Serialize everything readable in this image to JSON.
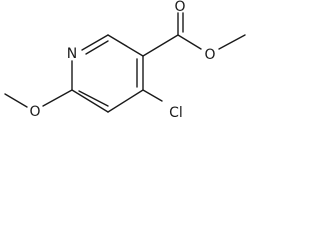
{
  "molecule": {
    "atoms": {
      "ring_nitrogen": "N",
      "ring_methoxy_oxygen": "O",
      "chlorine": "Cl",
      "carbonyl_oxygen": "O",
      "ester_oxygen": "O"
    }
  }
}
